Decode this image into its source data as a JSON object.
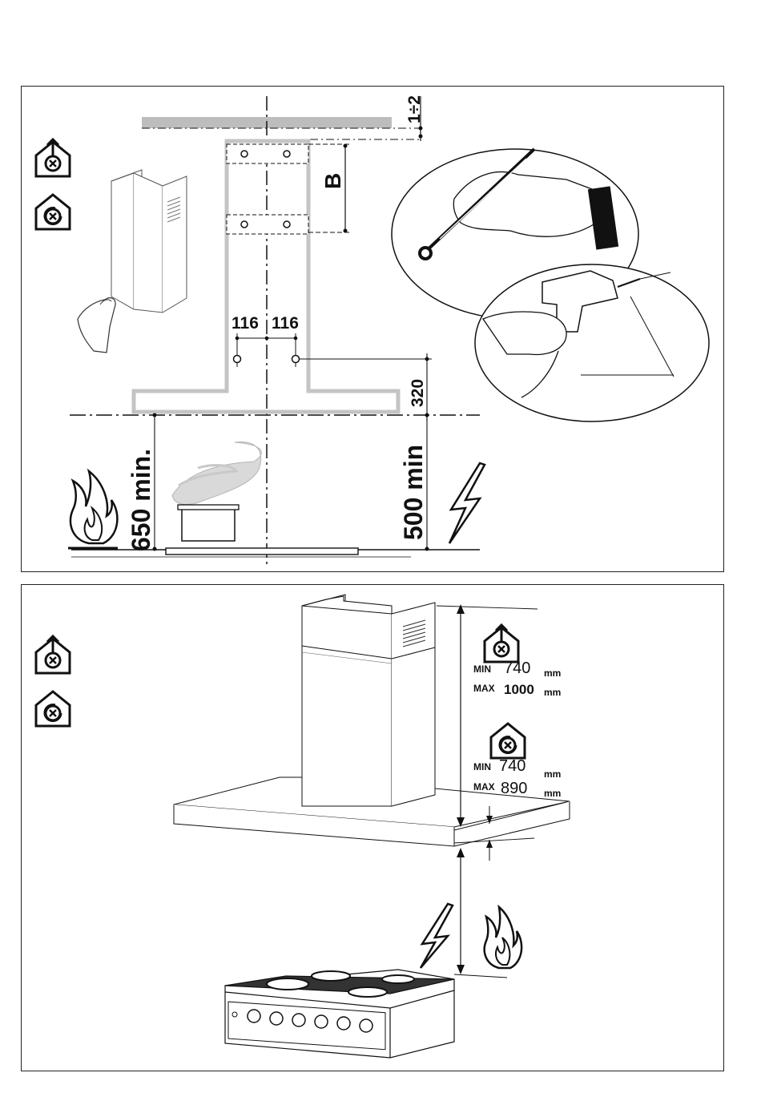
{
  "top_panel": {
    "gap_label": "1÷2",
    "bracket_spacing_label": "B",
    "hole_offset_left": "116",
    "hole_offset_right": "116",
    "hole_height": "320",
    "gas_hob_min_height": "650 min.",
    "electric_hob_min_height": "500 min"
  },
  "bottom_panel": {
    "ducted": {
      "min_prefix": "MIN",
      "min_value": "740",
      "min_unit": "mm",
      "max_prefix": "MAX",
      "max_value": "1000",
      "max_unit": "mm"
    },
    "recirculating": {
      "min_prefix": "MIN",
      "min_value": "740",
      "min_unit": "mm",
      "max_prefix": "MAX",
      "max_value": "890",
      "max_unit": "mm"
    }
  },
  "icons": [
    "ducted-mode-icon",
    "recirculating-mode-icon",
    "gas-flame-icon",
    "electric-bolt-icon",
    "pencil-hand-icon",
    "drill-hand-icon",
    "pot-steam-icon",
    "chimney-cover-icon",
    "cooker-icon"
  ],
  "colors": {
    "line": "#111111",
    "gray_outline": "#c0c0c0",
    "ceiling_fill": "#bdbdbd",
    "steam": "#d6d6d6"
  }
}
